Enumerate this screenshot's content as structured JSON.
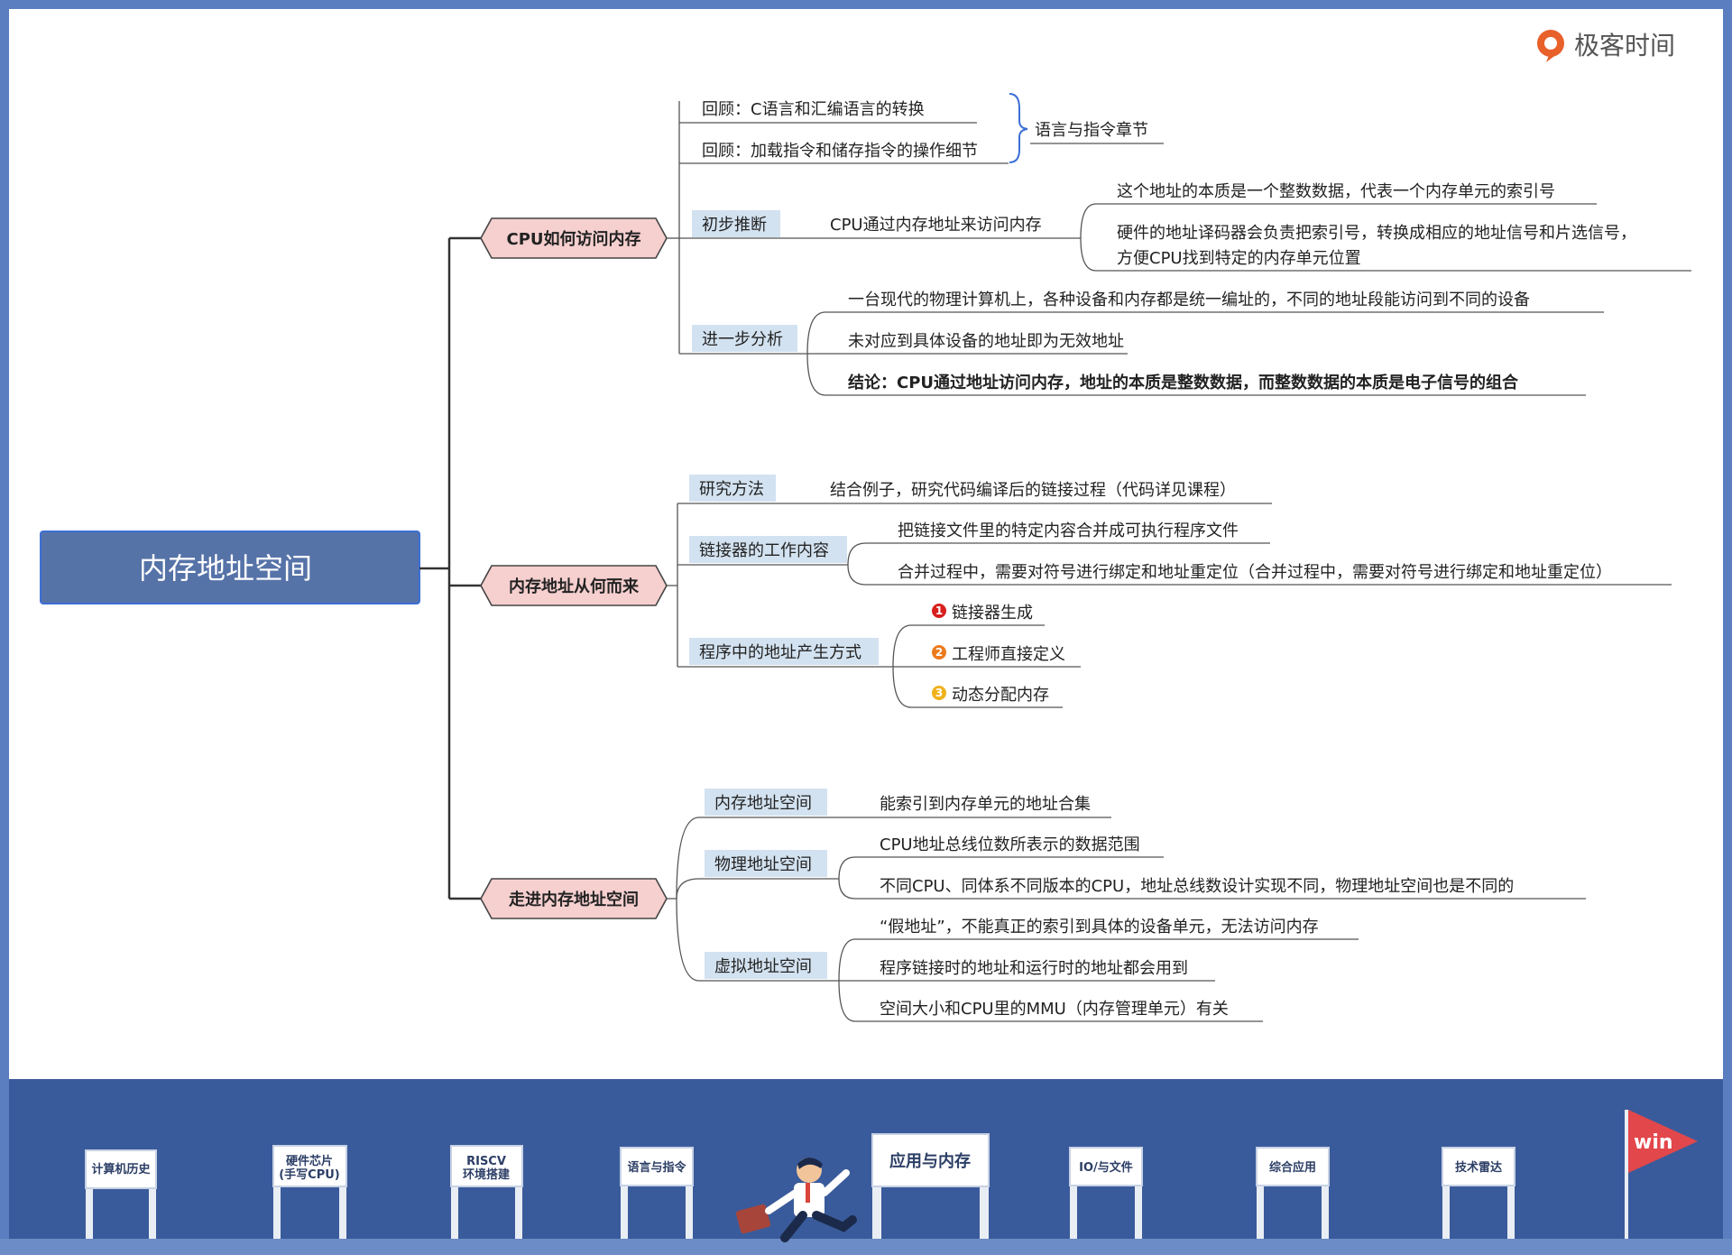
{
  "brand": {
    "name": "极客时间"
  },
  "root": {
    "label": "内存地址空间"
  },
  "branches": [
    {
      "label": "CPU如何访问内存",
      "recap": {
        "items": [
          "回顾：C语言和汇编语言的转换",
          "回顾：加载指令和储存指令的操作细节"
        ],
        "group_label": "语言与指令章节"
      },
      "sub1": {
        "label": "初步推断",
        "mid": "CPU通过内存地址来访问内存",
        "leaves": [
          "这个地址的本质是一个整数数据，代表一个内存单元的索引号",
          "硬件的地址译码器会负责把索引号，转换成相应的地址信号和片选信号，",
          "方便CPU找到特定的内存单元位置"
        ]
      },
      "sub2": {
        "label": "进一步分析",
        "leaves": [
          "一台现代的物理计算机上，各种设备和内存都是统一编址的，不同的地址段能访问到不同的设备",
          "未对应到具体设备的地址即为无效地址",
          "结论：CPU通过地址访问内存，地址的本质是整数数据，而整数数据的本质是电子信号的组合"
        ]
      }
    },
    {
      "label": "内存地址从何而来",
      "sub1": {
        "label": "研究方法",
        "leaf": "结合例子，研究代码编译后的链接过程（代码详见课程）"
      },
      "sub2": {
        "label": "链接器的工作内容",
        "leaves": [
          "把链接文件里的特定内容合并成可执行程序文件",
          "合并过程中，需要对符号进行绑定和地址重定位（合并过程中，需要对符号进行绑定和地址重定位）"
        ]
      },
      "sub3": {
        "label": "程序中的地址产生方式",
        "leaves": [
          {
            "badge": "1",
            "text": "链接器生成",
            "color": "#d7201e"
          },
          {
            "badge": "2",
            "text": "工程师直接定义",
            "color": "#ec7a1c"
          },
          {
            "badge": "3",
            "text": "动态分配内存",
            "color": "#f0b21c"
          }
        ]
      }
    },
    {
      "label": "走进内存地址空间",
      "sub1": {
        "label": "内存地址空间",
        "leaf": "能索引到内存单元的地址合集"
      },
      "sub2": {
        "label": "物理地址空间",
        "leaves": [
          "CPU地址总线位数所表示的数据范围",
          "不同CPU、同体系不同版本的CPU，地址总线数设计实现不同，物理地址空间也是不同的"
        ]
      },
      "sub3": {
        "label": "虚拟地址空间",
        "leaves": [
          "“假地址”，不能真正的索引到具体的设备单元，无法访问内存",
          "程序链接时的地址和运行时的地址都会用到",
          "空间大小和CPU里的MMU（内存管理单元）有关"
        ]
      }
    }
  ],
  "roadmap": {
    "gates": [
      {
        "label": "计算机历史"
      },
      {
        "label": "硬件芯片",
        "label2": "(手写CPU)"
      },
      {
        "label": "RISCV",
        "label2": "环境搭建"
      },
      {
        "label": "语言与指令"
      },
      {
        "label": "应用与内存"
      },
      {
        "label": "IO/与文件"
      },
      {
        "label": "综合应用"
      },
      {
        "label": "技术雷达"
      }
    ],
    "flag_label": "win"
  },
  "colors": {
    "frame": "#5b7ec0",
    "root_fill": "#5673a8",
    "branch_fill": "#f6cfcf",
    "sub_fill": "#d3e2f0",
    "band": "#3a5b9b",
    "flag": "#e2474b",
    "brand_orange": "#e8602a"
  }
}
